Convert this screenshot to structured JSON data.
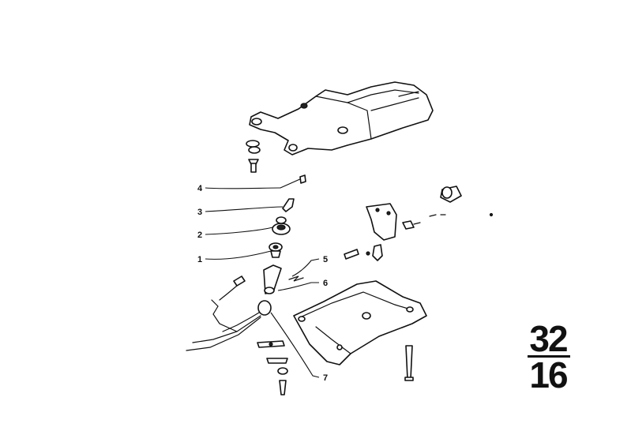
{
  "callouts": [
    {
      "label": "1"
    },
    {
      "label": "2"
    },
    {
      "label": "3"
    },
    {
      "label": "4"
    },
    {
      "label": "5"
    },
    {
      "label": "6"
    },
    {
      "label": "7"
    }
  ],
  "group_number": {
    "top": "32",
    "bottom": "16"
  },
  "colors": {
    "ink": "#111111",
    "background": "#ffffff"
  }
}
